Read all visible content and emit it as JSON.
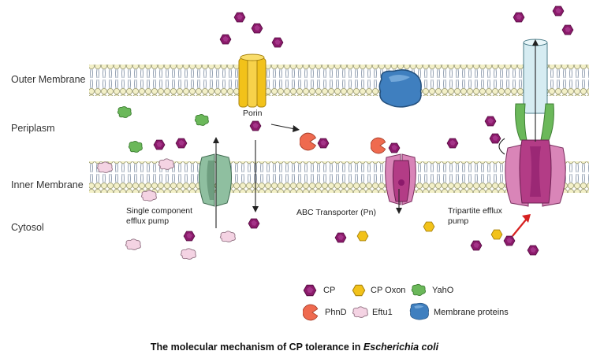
{
  "regions": {
    "outer_membrane": "Outer Membrane",
    "periplasm": "Periplasm",
    "inner_membrane": "Inner Membrane",
    "cytosol": "Cytosol"
  },
  "labels": {
    "porin": "Porin",
    "single_pump_line1": "Single component",
    "single_pump_line2": "efflux pump",
    "abc": "ABC Transporter (Pn)",
    "tripartite_line1": "Tripartite efflux",
    "tripartite_line2": "pump"
  },
  "legend": {
    "cp": "CP",
    "cp_oxon": "CP Oxon",
    "yaho": "YahO",
    "phnd": "PhnD",
    "eftu1": "Eftu1",
    "membrane_proteins": "Membrane proteins"
  },
  "caption": {
    "prefix": "The molecular mechanism of CP tolerance in ",
    "organism": "Escherichia coli"
  },
  "colors": {
    "cp": "#8b1a6b",
    "cp_oxon": "#f2c21a",
    "yaho": "#6bb85a",
    "phnd": "#ef6a4f",
    "eftu1": "#f2cfe0",
    "membrane_protein": "#3f7fbf",
    "porin": "#f2c21a",
    "lipid_head": "#f3f0c8"
  }
}
